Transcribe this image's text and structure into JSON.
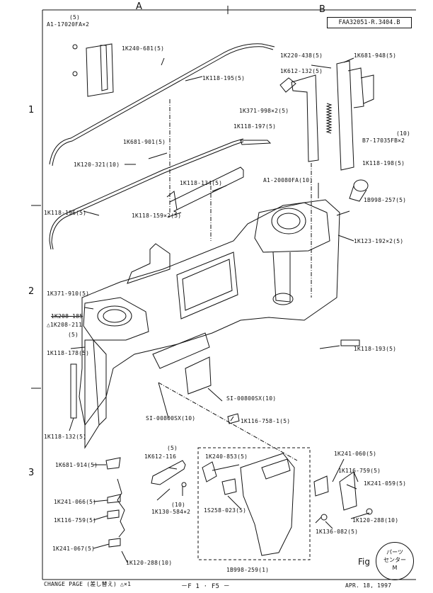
{
  "header": {
    "col_a": "A",
    "col_b": "B",
    "doc_number": "FAA32051-R.3404.B",
    "rows": [
      "1",
      "2",
      "3"
    ]
  },
  "parts": {
    "p01": "(5)",
    "p02": "A1-17020FA×2",
    "p03": "1K240-681(5)",
    "p04": "1K118-195(5)",
    "p05": "1K220-438(5)",
    "p06": "1K681-948(5)",
    "p07": "1K612-132(5)",
    "p08": "1K371-998×2(5)",
    "p09": "1K118-197(5)",
    "p10": "(10)",
    "p11": "B7-17035FB×2",
    "p12": "1K681-901(5)",
    "p13": "1K120-321(10)",
    "p14": "1K118-198(5)",
    "p15": "1K118-134(5)",
    "p16": "A1-20080FA(10)",
    "p17": "1B998-257(5)",
    "p18": "1K118-196(5)",
    "p19": "1K118-159×2(5)",
    "p20": "1K123-192×2(5)",
    "p21": "1K371-910(5)",
    "p22": "1K208-185",
    "p23": "△1K208-211",
    "p24": "(5)",
    "p25": "1K118-178(5)",
    "p26": "1K118-193(5)",
    "p27": "SI-00800SX(10)",
    "p28": "SI-00800SX(10)",
    "p29": "1K116-758-1(5)",
    "p30": "1K118-132(5)",
    "p31": "(5)",
    "p32": "1K612-116",
    "p33": "1K240-853(5)",
    "p34": "1K241-060(5)",
    "p35": "1K681-914(5)",
    "p36": "1K116-759(5)",
    "p37": "1K241-059(5)",
    "p38": "1K241-066(5)",
    "p39": "(10)",
    "p40": "1K130-584×2",
    "p41": "1S258-023(5)",
    "p42": "1K120-288(10)",
    "p43": "1K136-082(5)",
    "p44": "1K116-759(5)",
    "p45": "1K241-067(5)",
    "p46": "1K120-288(10)",
    "p47": "1B998-259(1)"
  },
  "footer": {
    "change_page": "CHANGE  PAGE (差し替え) △×1",
    "page_ref": "－F 1 · F5 －",
    "date": "APR. 18, 1997",
    "fig": "Fig",
    "stamp_line1": "パーツ",
    "stamp_line2": "センター",
    "stamp_line3": "M"
  }
}
